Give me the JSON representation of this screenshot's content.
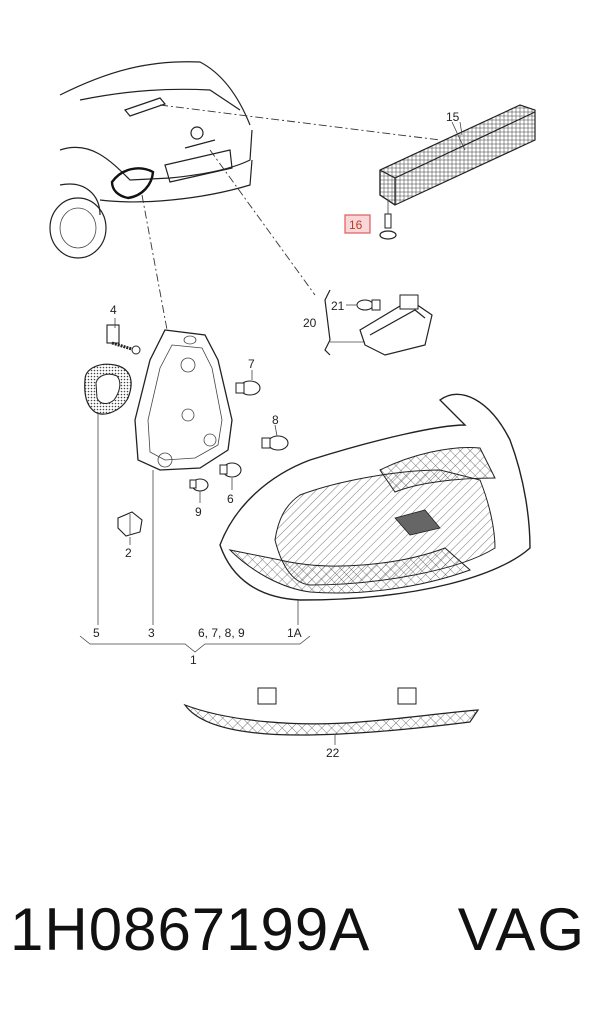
{
  "callouts": {
    "c1": "1",
    "c1A": "1A",
    "c2": "2",
    "c3": "3",
    "c4": "4",
    "c5": "5",
    "c6": "6",
    "c6789": "6, 7, 8, 9",
    "c7": "7",
    "c8": "8",
    "c9": "9",
    "c15": "15",
    "c16": "16",
    "c20": "20",
    "c21": "21",
    "c22": "22"
  },
  "highlight_color": "#e05a5a",
  "footer": {
    "part_number": "1H0867199A",
    "brand": "VAG"
  }
}
